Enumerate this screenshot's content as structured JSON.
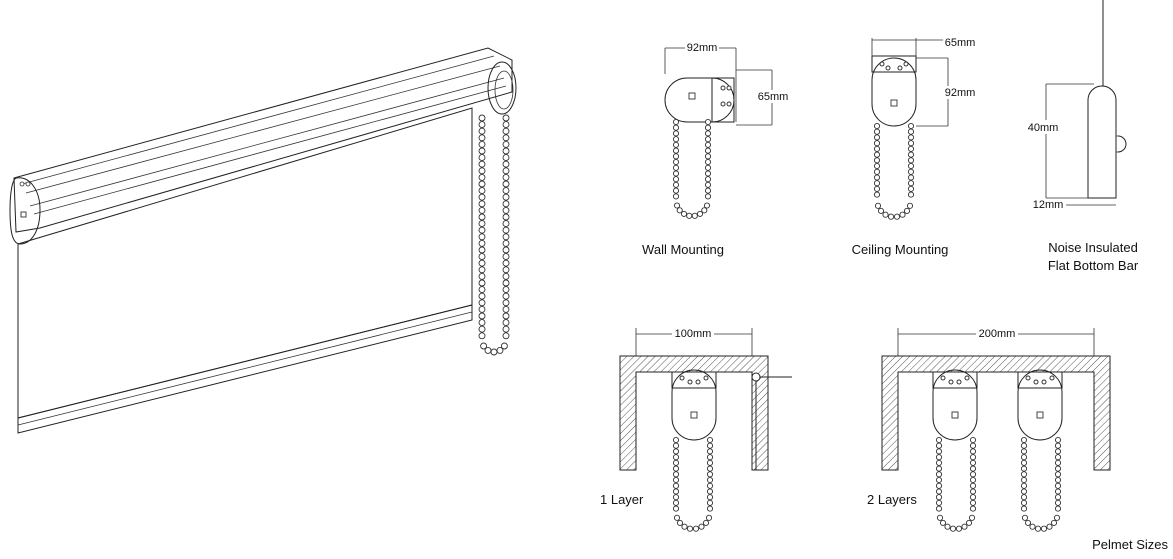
{
  "diagrams": {
    "wall": {
      "width": "92mm",
      "height": "65mm",
      "caption": "Wall Mounting"
    },
    "ceiling": {
      "width": "65mm",
      "height": "92mm",
      "caption": "Ceiling Mounting"
    },
    "bottom_bar": {
      "height": "40mm",
      "width": "12mm",
      "caption_line1": "Noise Insulated",
      "caption_line2": "Flat Bottom Bar"
    },
    "pelmet_one": {
      "width": "100mm",
      "label": "1 Layer"
    },
    "pelmet_two": {
      "width": "200mm",
      "label": "2 Layers"
    },
    "pelmet_caption": "Pelmet Sizes"
  },
  "colors": {
    "line": "#222222",
    "hatch": "#555555",
    "background": "#ffffff"
  }
}
